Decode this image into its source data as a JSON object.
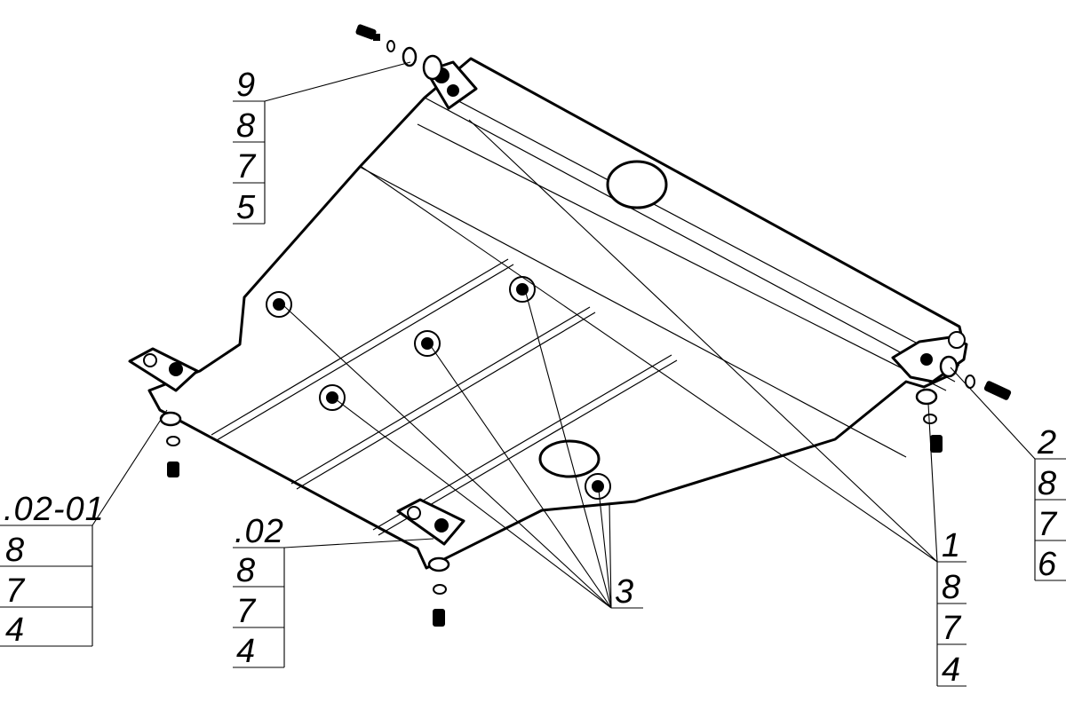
{
  "callouts": {
    "top_left": [
      "9",
      "8",
      "7",
      "5"
    ],
    "left": [
      ".02-01",
      "8",
      "7",
      "4"
    ],
    "mid": [
      ".02",
      "8",
      "7",
      "4"
    ],
    "center": [
      "3"
    ],
    "right_mid": [
      "1",
      "8",
      "7",
      "4"
    ],
    "right": [
      "2",
      "8",
      "7",
      "6"
    ]
  }
}
